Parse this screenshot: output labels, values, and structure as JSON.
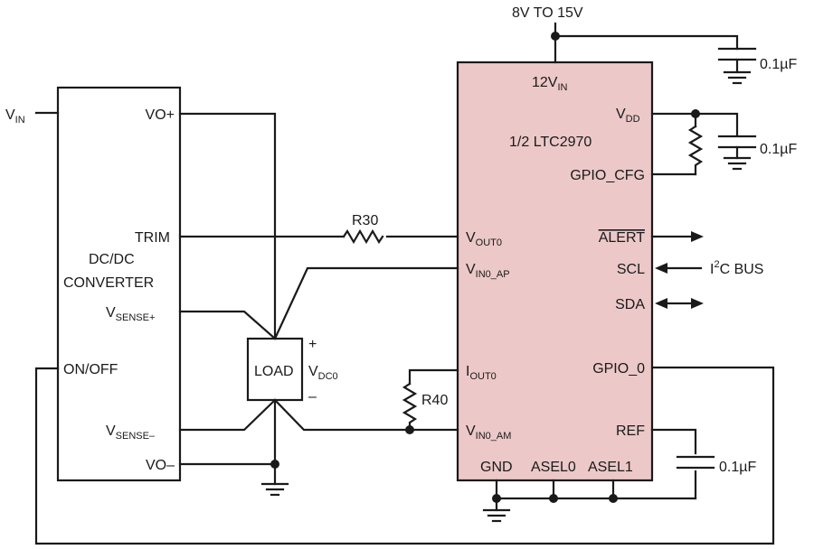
{
  "colors": {
    "ic_fill": "#ecc8c8",
    "wire": "#1a1a1a",
    "background": "#ffffff"
  },
  "supply": {
    "range_label": "8V TO 15V"
  },
  "input": {
    "vin_main": "V",
    "vin_sub": "IN"
  },
  "converter": {
    "title_line1": "DC/DC",
    "title_line2": "CONVERTER",
    "pin_vo_plus": "VO+",
    "pin_trim": "TRIM",
    "pin_vsense_plus_main": "V",
    "pin_vsense_plus_sub": "SENSE+",
    "pin_onoff": "ON/OFF",
    "pin_vsense_minus_main": "V",
    "pin_vsense_minus_sub": "SENSE–",
    "pin_vo_minus": "VO–"
  },
  "load": {
    "label": "LOAD",
    "vdc_main": "V",
    "vdc_sub": "DC0",
    "plus": "+",
    "minus": "–"
  },
  "resistors": {
    "r30": "R30",
    "r40": "R40"
  },
  "ic": {
    "name": "1/2 LTC2970",
    "pin_12vin_main": "12V",
    "pin_12vin_sub": "IN",
    "pin_vdd_main": "V",
    "pin_vdd_sub": "DD",
    "pin_gpio_cfg": "GPIO_CFG",
    "pin_vout0_main": "V",
    "pin_vout0_sub": "OUT0",
    "pin_alert": "ALERT",
    "pin_vin0ap_main": "V",
    "pin_vin0ap_sub": "IN0_AP",
    "pin_scl": "SCL",
    "pin_sda": "SDA",
    "pin_iout0_main": "I",
    "pin_iout0_sub": "OUT0",
    "pin_gpio0": "GPIO_0",
    "pin_vin0am_main": "V",
    "pin_vin0am_sub": "IN0_AM",
    "pin_ref": "REF",
    "pin_gnd": "GND",
    "pin_asel0": "ASEL0",
    "pin_asel1": "ASEL1"
  },
  "bus": {
    "i2c_main": "I",
    "i2c_sup": "2",
    "i2c_rest": "C BUS"
  },
  "capacitors": {
    "c_supply": "0.1µF",
    "c_vdd": "0.1µF",
    "c_ref": "0.1µF"
  }
}
